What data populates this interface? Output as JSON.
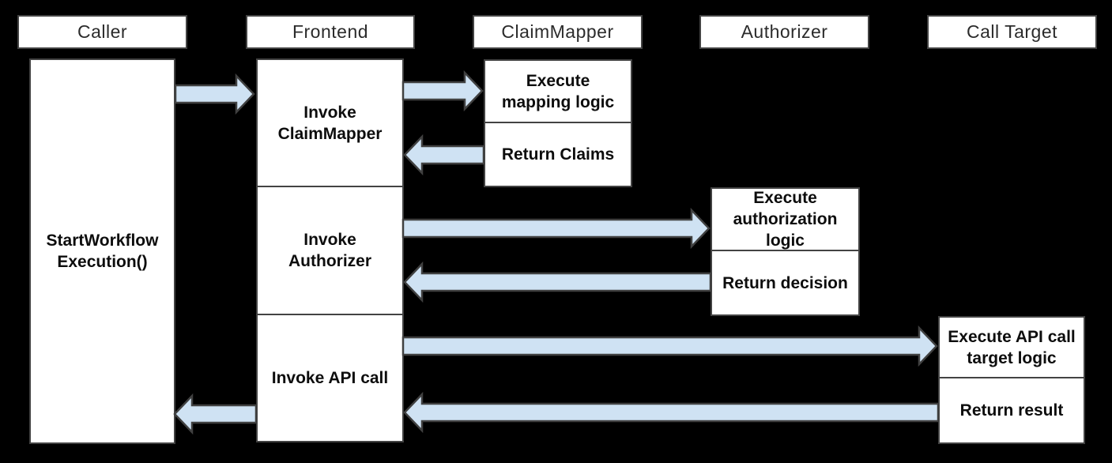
{
  "colors": {
    "background": "#000000",
    "box_fill": "#ffffff",
    "box_border": "#434343",
    "arrow_fill": "#cfe2f3",
    "arrow_outline": "#404040",
    "header_text": "#2b2b2b",
    "task_text": "#0d0d0d"
  },
  "lifelines": [
    {
      "label": "Caller"
    },
    {
      "label": "Frontend"
    },
    {
      "label": "ClaimMapper"
    },
    {
      "label": "Authorizer"
    },
    {
      "label": "Call Target"
    }
  ],
  "tasks": {
    "caller_start": "StartWorkflow\nExecution()",
    "frontend_invoke_claimmapper": "Invoke\nClaimMapper",
    "frontend_invoke_authorizer": "Invoke\nAuthorizer",
    "frontend_invoke_api_call": "Invoke API call",
    "claimmapper_execute": "Execute\nmapping logic",
    "claimmapper_return": "Return Claims",
    "authorizer_execute": "Execute\nauthorization\nlogic",
    "authorizer_return": "Return decision",
    "calltarget_execute": "Execute API call\ntarget logic",
    "calltarget_return": "Return result"
  },
  "arrows": [
    {
      "name": "caller-to-frontend",
      "direction": "right"
    },
    {
      "name": "frontend-to-claimmapper",
      "direction": "right"
    },
    {
      "name": "claimmapper-to-frontend",
      "direction": "left"
    },
    {
      "name": "frontend-to-authorizer",
      "direction": "right"
    },
    {
      "name": "authorizer-to-frontend",
      "direction": "left"
    },
    {
      "name": "frontend-to-calltarget",
      "direction": "right"
    },
    {
      "name": "calltarget-to-frontend",
      "direction": "left"
    },
    {
      "name": "frontend-to-caller",
      "direction": "left"
    }
  ]
}
